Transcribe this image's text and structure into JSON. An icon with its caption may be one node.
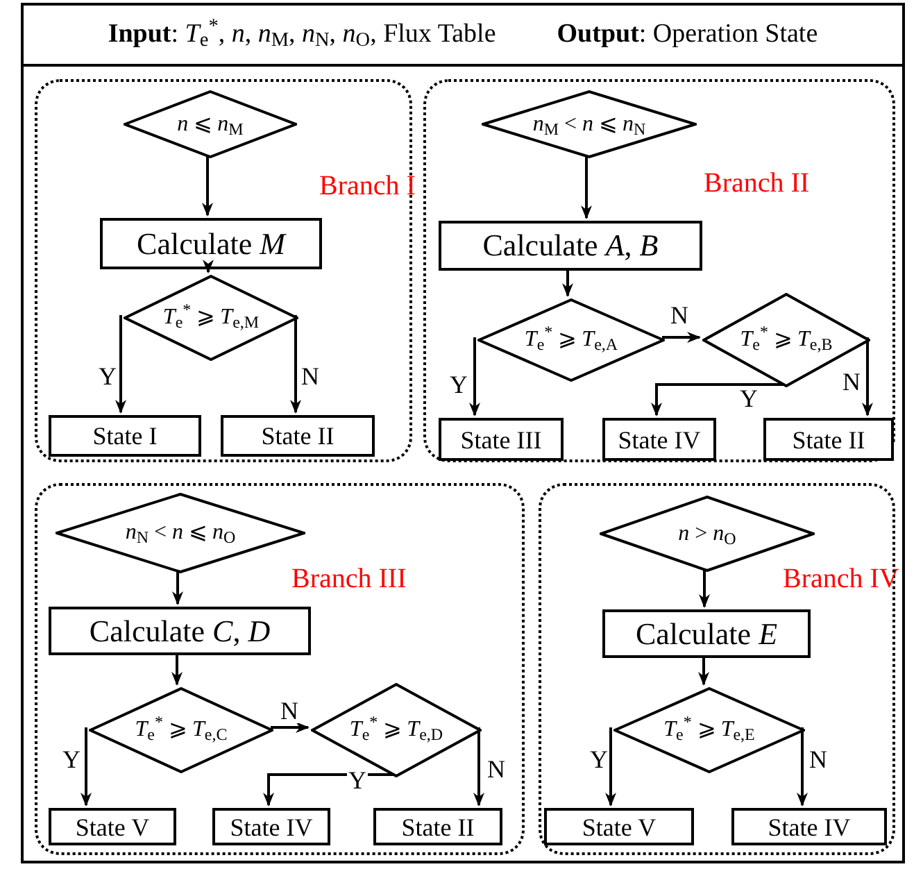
{
  "diagram": {
    "nodes": [
      {
        "text": [
          "**Input**: *T*$_{e}$$^{*}$, *n*, *n*$_{M}$, *n*$_{N}$, *n*$_{O}$, Flux Table",
          "**Output**: Operation State"
        ]
      },
      {
        "text": [
          "Branch I"
        ]
      },
      {
        "text": [
          "*n* ⩽ *n*$_{M}$"
        ],
        "in": 1
      },
      {
        "text": [
          "Calculate *M*"
        ],
        "in": 1
      },
      {
        "text": [
          "*T*$_{e}$$^{*}$ ⩾ *T*$_{e,M}$"
        ],
        "in": 1
      },
      {
        "text": [
          "State I"
        ],
        "in": 1
      },
      {
        "text": [
          "State II"
        ],
        "in": 1
      },
      {
        "text": [
          "Branch II"
        ]
      },
      {
        "text": [
          "*n*$_{M}$ < *n* ⩽ *n*$_{N}$"
        ],
        "in": 7
      },
      {
        "text": [
          "Calculate *A*, *B*"
        ],
        "in": 7
      },
      {
        "text": [
          "*T*$_{e}$$^{*}$ ⩾ *T*$_{e,A}$"
        ],
        "in": 7
      },
      {
        "text": [
          "*T*$_{e}$$^{*}$ ⩾ *T*$_{e,B}$"
        ],
        "in": 7
      },
      {
        "text": [
          "State III"
        ],
        "in": 7
      },
      {
        "text": [
          "State IV"
        ],
        "in": 7
      },
      {
        "text": [
          "State II"
        ],
        "in": 7
      },
      {
        "text": [
          "Branch III"
        ]
      },
      {
        "text": [
          "*n*$_{N}$ < *n* ⩽ *n*$_{O}$"
        ],
        "in": 15
      },
      {
        "text": [
          "Calculate *C*, *D*"
        ],
        "in": 15
      },
      {
        "text": [
          "*T*$_{e}$$^{*}$ ⩾ *T*$_{e,C}$"
        ],
        "in": 15
      },
      {
        "text": [
          "*T*$_{e}$$^{*}$ ⩾ *T*$_{e,D}$"
        ],
        "in": 15
      },
      {
        "text": [
          "State V"
        ],
        "in": 15
      },
      {
        "text": [
          "State IV"
        ],
        "in": 15
      },
      {
        "text": [
          "State II"
        ],
        "in": 15
      },
      {
        "text": [
          "Branch IV"
        ]
      },
      {
        "text": [
          "*n* > *n*$_{O}$"
        ],
        "in": 23
      },
      {
        "text": [
          "Calculate *E*"
        ],
        "in": 23
      },
      {
        "text": [
          "*T*$_{e}$$^{*}$ ⩾ *T*$_{e,E}$"
        ],
        "in": 23
      },
      {
        "text": [
          "State V"
        ],
        "in": 23
      },
      {
        "text": [
          "State IV"
        ],
        "in": 23
      }
    ],
    "edges": [
      {
        "from": 2,
        "to": 3,
        "arrow": "to"
      },
      {
        "from": 3,
        "to": 4,
        "arrow": "to"
      },
      {
        "from": 4,
        "to": 5,
        "arrow": "to",
        "label": "Y"
      },
      {
        "from": 4,
        "to": 6,
        "arrow": "to",
        "label": "N"
      },
      {
        "from": 8,
        "to": 9,
        "arrow": "to"
      },
      {
        "from": 9,
        "to": 10,
        "arrow": "to"
      },
      {
        "from": 10,
        "to": 11,
        "arrow": "to",
        "label": "N"
      },
      {
        "from": 10,
        "to": 12,
        "arrow": "to",
        "label": "Y"
      },
      {
        "from": 11,
        "to": 13,
        "arrow": "to",
        "label": "Y"
      },
      {
        "from": 11,
        "to": 14,
        "arrow": "to",
        "label": "N"
      },
      {
        "from": 16,
        "to": 17,
        "arrow": "to"
      },
      {
        "from": 17,
        "to": 18,
        "arrow": "to"
      },
      {
        "from": 18,
        "to": 19,
        "arrow": "to",
        "label": "N"
      },
      {
        "from": 18,
        "to": 20,
        "arrow": "to",
        "label": "Y"
      },
      {
        "from": 19,
        "to": 21,
        "arrow": "to",
        "label": "Y"
      },
      {
        "from": 19,
        "to": 22,
        "arrow": "to",
        "label": "N"
      },
      {
        "from": 24,
        "to": 25,
        "arrow": "to"
      },
      {
        "from": 25,
        "to": 26,
        "arrow": "to"
      },
      {
        "from": 26,
        "to": 27,
        "arrow": "to",
        "label": "Y"
      },
      {
        "from": 26,
        "to": 28,
        "arrow": "to",
        "label": "N"
      }
    ]
  }
}
